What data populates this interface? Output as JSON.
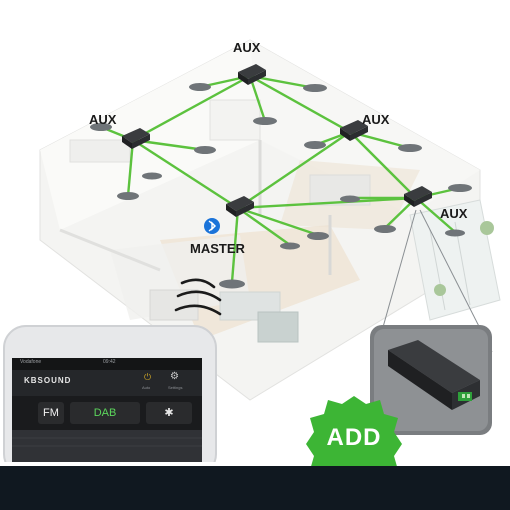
{
  "labels": {
    "aux_top": "AUX",
    "aux_left": "AUX",
    "aux_right": "AUX",
    "aux_far_right": "AUX",
    "master": "MASTER",
    "add": "ADD"
  },
  "phone": {
    "carrier": "Vodafone",
    "time": "09:42",
    "brand": "KBSOUND",
    "right_labels": [
      "Auto",
      "Settings"
    ],
    "buttons": [
      "FM",
      "DAB",
      "BT"
    ]
  },
  "colors": {
    "link_line": "#5cc23e",
    "badge": "#3db535",
    "bluetooth": "#1a73d9",
    "bottom_bar": "#101820"
  },
  "icons": [
    "bluetooth-icon",
    "power-icon",
    "gear-icon",
    "speaker-icon",
    "sound-waves-icon"
  ]
}
